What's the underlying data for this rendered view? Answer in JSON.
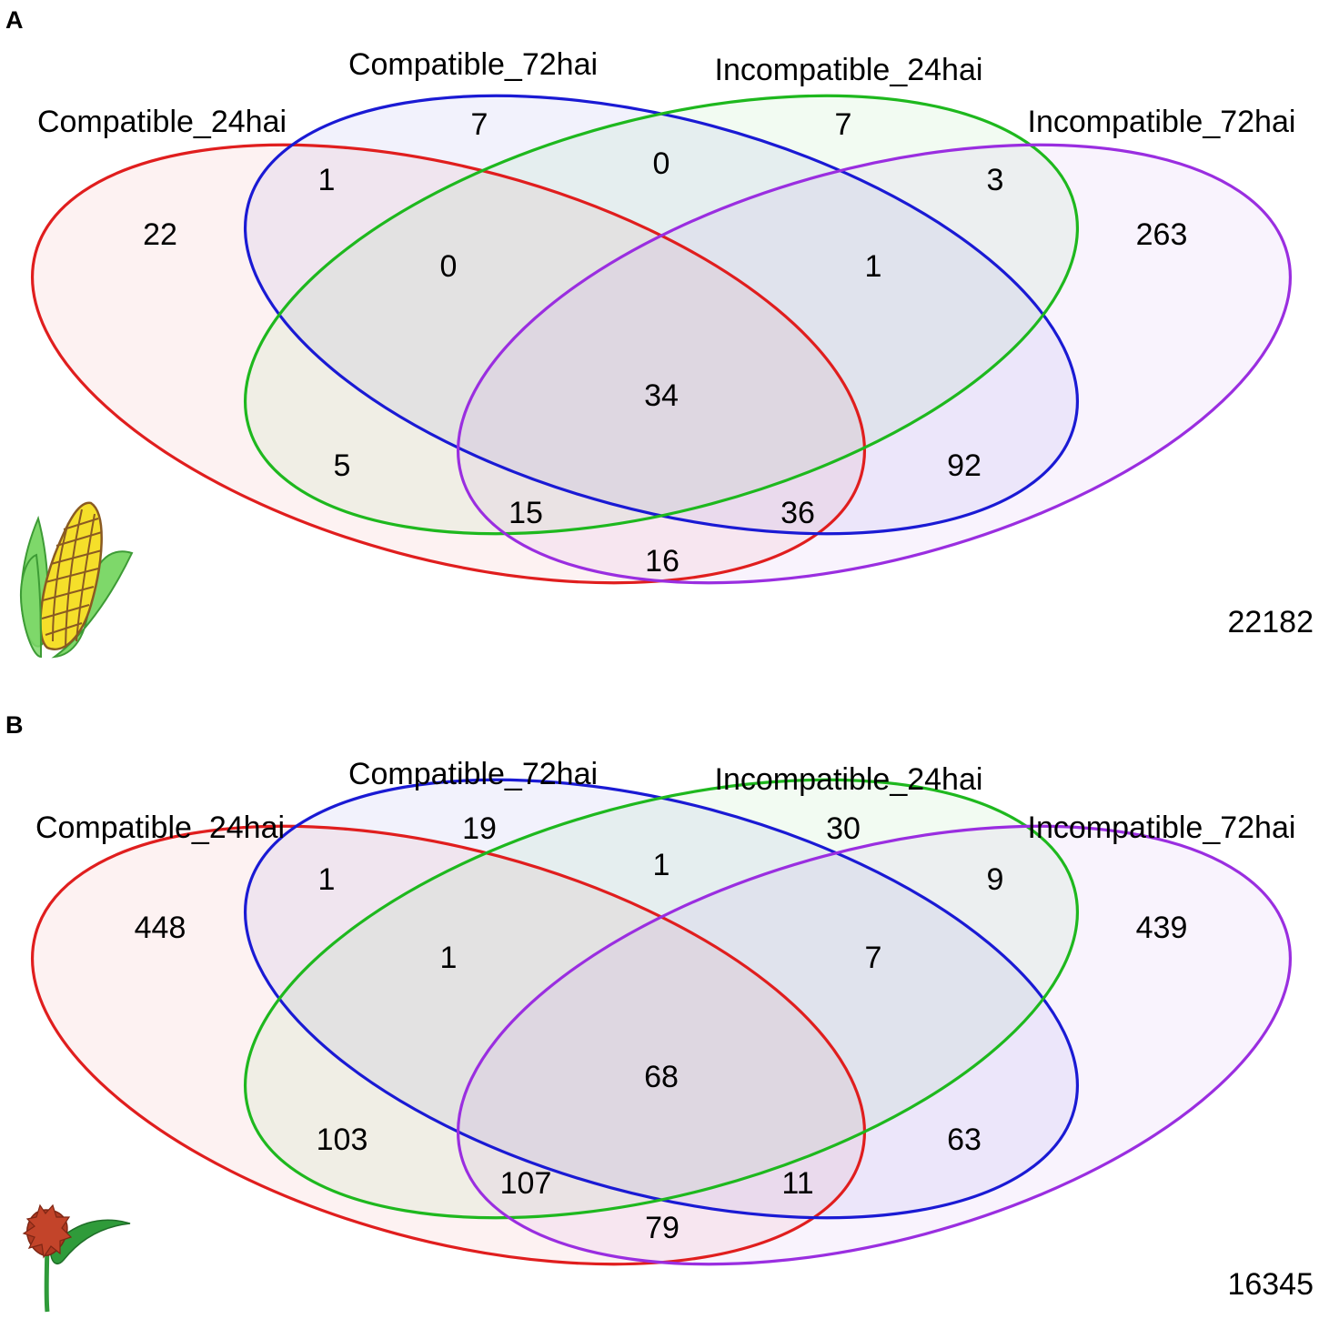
{
  "panels": [
    {
      "letter": "A",
      "plant_icon": "maize-cob-icon",
      "sets": [
        {
          "name": "Compatible_24hai",
          "color": "#e01e1e"
        },
        {
          "name": "Compatible_72hai",
          "color": "#1a1ad4"
        },
        {
          "name": "Incompatible_24hai",
          "color": "#1eb81e"
        },
        {
          "name": "Incompatible_72hai",
          "color": "#9a2ee0"
        }
      ],
      "regions": [
        {
          "sets": [
            "Compatible_24hai"
          ],
          "count": "22"
        },
        {
          "sets": [
            "Compatible_72hai"
          ],
          "count": "7"
        },
        {
          "sets": [
            "Incompatible_24hai"
          ],
          "count": "7"
        },
        {
          "sets": [
            "Incompatible_72hai"
          ],
          "count": "263"
        },
        {
          "sets": [
            "Compatible_24hai",
            "Compatible_72hai"
          ],
          "count": "1"
        },
        {
          "sets": [
            "Compatible_72hai",
            "Incompatible_24hai"
          ],
          "count": "0"
        },
        {
          "sets": [
            "Incompatible_24hai",
            "Incompatible_72hai"
          ],
          "count": "3"
        },
        {
          "sets": [
            "Compatible_24hai",
            "Compatible_72hai",
            "Incompatible_24hai"
          ],
          "count": "0"
        },
        {
          "sets": [
            "Compatible_72hai",
            "Incompatible_24hai",
            "Incompatible_72hai"
          ],
          "count": "1"
        },
        {
          "sets": [
            "Compatible_24hai",
            "Compatible_72hai",
            "Incompatible_24hai",
            "Incompatible_72hai"
          ],
          "count": "34"
        },
        {
          "sets": [
            "Compatible_24hai",
            "Incompatible_24hai"
          ],
          "count": "5"
        },
        {
          "sets": [
            "Compatible_72hai",
            "Incompatible_72hai"
          ],
          "count": "92"
        },
        {
          "sets": [
            "Compatible_24hai",
            "Incompatible_24hai",
            "Incompatible_72hai"
          ],
          "count": "15"
        },
        {
          "sets": [
            "Compatible_24hai",
            "Compatible_72hai",
            "Incompatible_72hai"
          ],
          "count": "36"
        },
        {
          "sets": [
            "Compatible_24hai",
            "Incompatible_72hai"
          ],
          "count": "16"
        }
      ],
      "outside": "22182"
    },
    {
      "letter": "B",
      "plant_icon": "sorghum-plant-icon",
      "sets": [
        {
          "name": "Compatible_24hai",
          "color": "#e01e1e"
        },
        {
          "name": "Compatible_72hai",
          "color": "#1a1ad4"
        },
        {
          "name": "Incompatible_24hai",
          "color": "#1eb81e"
        },
        {
          "name": "Incompatible_72hai",
          "color": "#9a2ee0"
        }
      ],
      "regions": [
        {
          "sets": [
            "Compatible_24hai"
          ],
          "count": "448"
        },
        {
          "sets": [
            "Compatible_72hai"
          ],
          "count": "19"
        },
        {
          "sets": [
            "Incompatible_24hai"
          ],
          "count": "30"
        },
        {
          "sets": [
            "Incompatible_72hai"
          ],
          "count": "439"
        },
        {
          "sets": [
            "Compatible_24hai",
            "Compatible_72hai"
          ],
          "count": "1"
        },
        {
          "sets": [
            "Compatible_72hai",
            "Incompatible_24hai"
          ],
          "count": "1"
        },
        {
          "sets": [
            "Incompatible_24hai",
            "Incompatible_72hai"
          ],
          "count": "9"
        },
        {
          "sets": [
            "Compatible_24hai",
            "Compatible_72hai",
            "Incompatible_24hai"
          ],
          "count": "1"
        },
        {
          "sets": [
            "Compatible_72hai",
            "Incompatible_24hai",
            "Incompatible_72hai"
          ],
          "count": "7"
        },
        {
          "sets": [
            "Compatible_24hai",
            "Compatible_72hai",
            "Incompatible_24hai",
            "Incompatible_72hai"
          ],
          "count": "68"
        },
        {
          "sets": [
            "Compatible_24hai",
            "Incompatible_24hai"
          ],
          "count": "103"
        },
        {
          "sets": [
            "Compatible_72hai",
            "Incompatible_72hai"
          ],
          "count": "63"
        },
        {
          "sets": [
            "Compatible_24hai",
            "Incompatible_24hai",
            "Incompatible_72hai"
          ],
          "count": "107"
        },
        {
          "sets": [
            "Compatible_24hai",
            "Compatible_72hai",
            "Incompatible_72hai"
          ],
          "count": "11"
        },
        {
          "sets": [
            "Compatible_24hai",
            "Incompatible_72hai"
          ],
          "count": "79"
        }
      ],
      "outside": "16345"
    }
  ]
}
